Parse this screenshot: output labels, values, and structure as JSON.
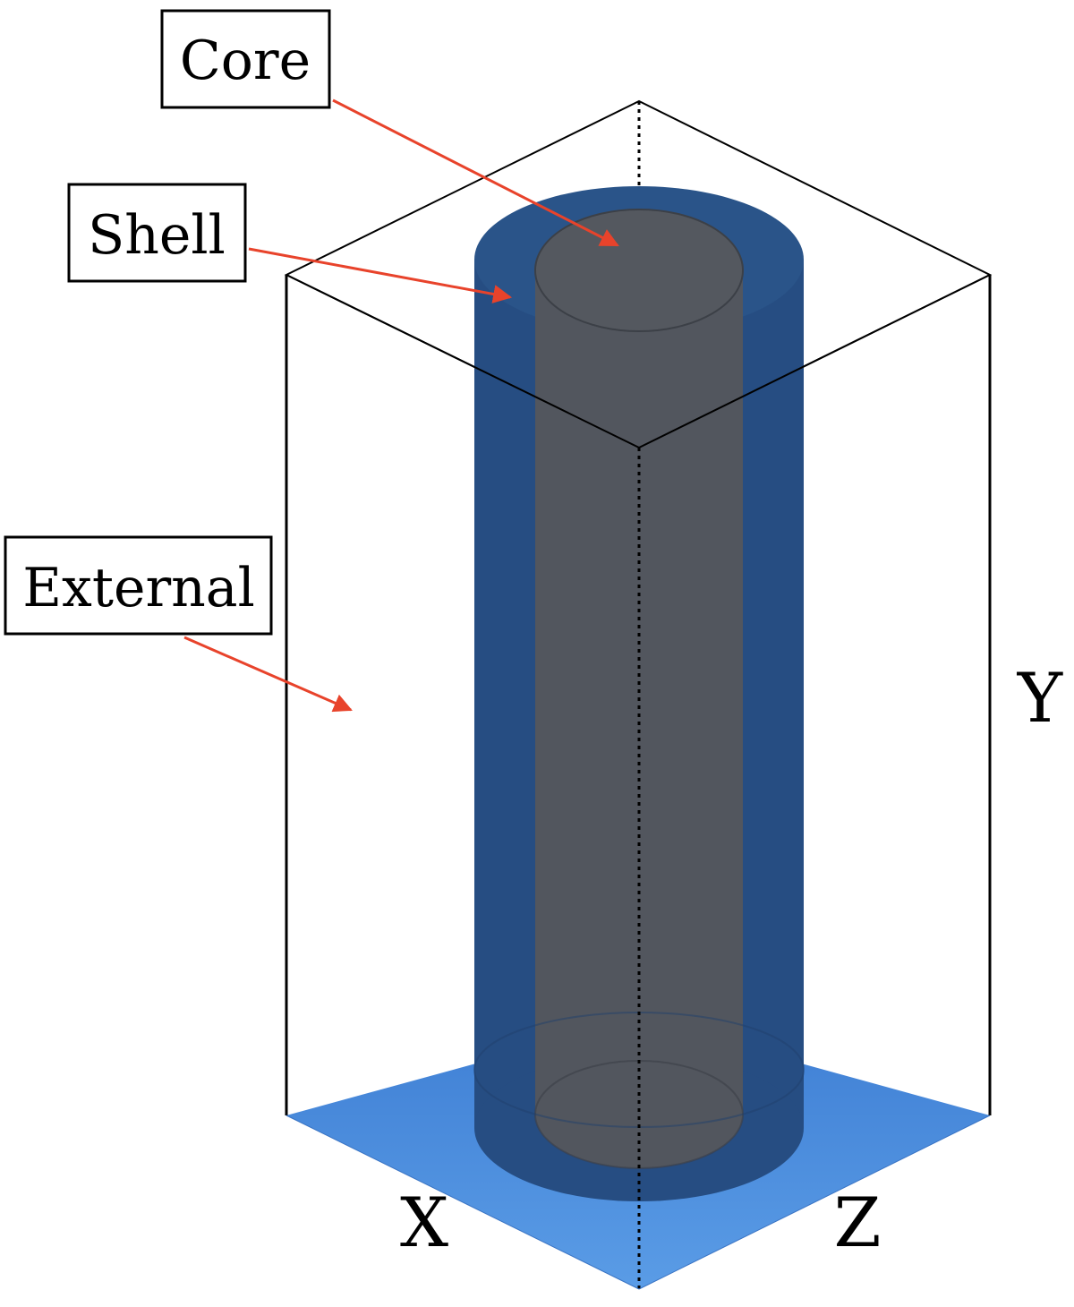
{
  "labels": {
    "core": "Core",
    "shell": "Shell",
    "external": "External"
  },
  "axes": {
    "x": "X",
    "y": "Y",
    "z": "Z"
  },
  "colors": {
    "base_plane_top": "#3f7fd4",
    "base_plane_bottom": "#5a9ce6",
    "shell": "#264d82",
    "core": "#52565e",
    "annotation_arrow": "#e8432b",
    "outline": "#000000"
  }
}
